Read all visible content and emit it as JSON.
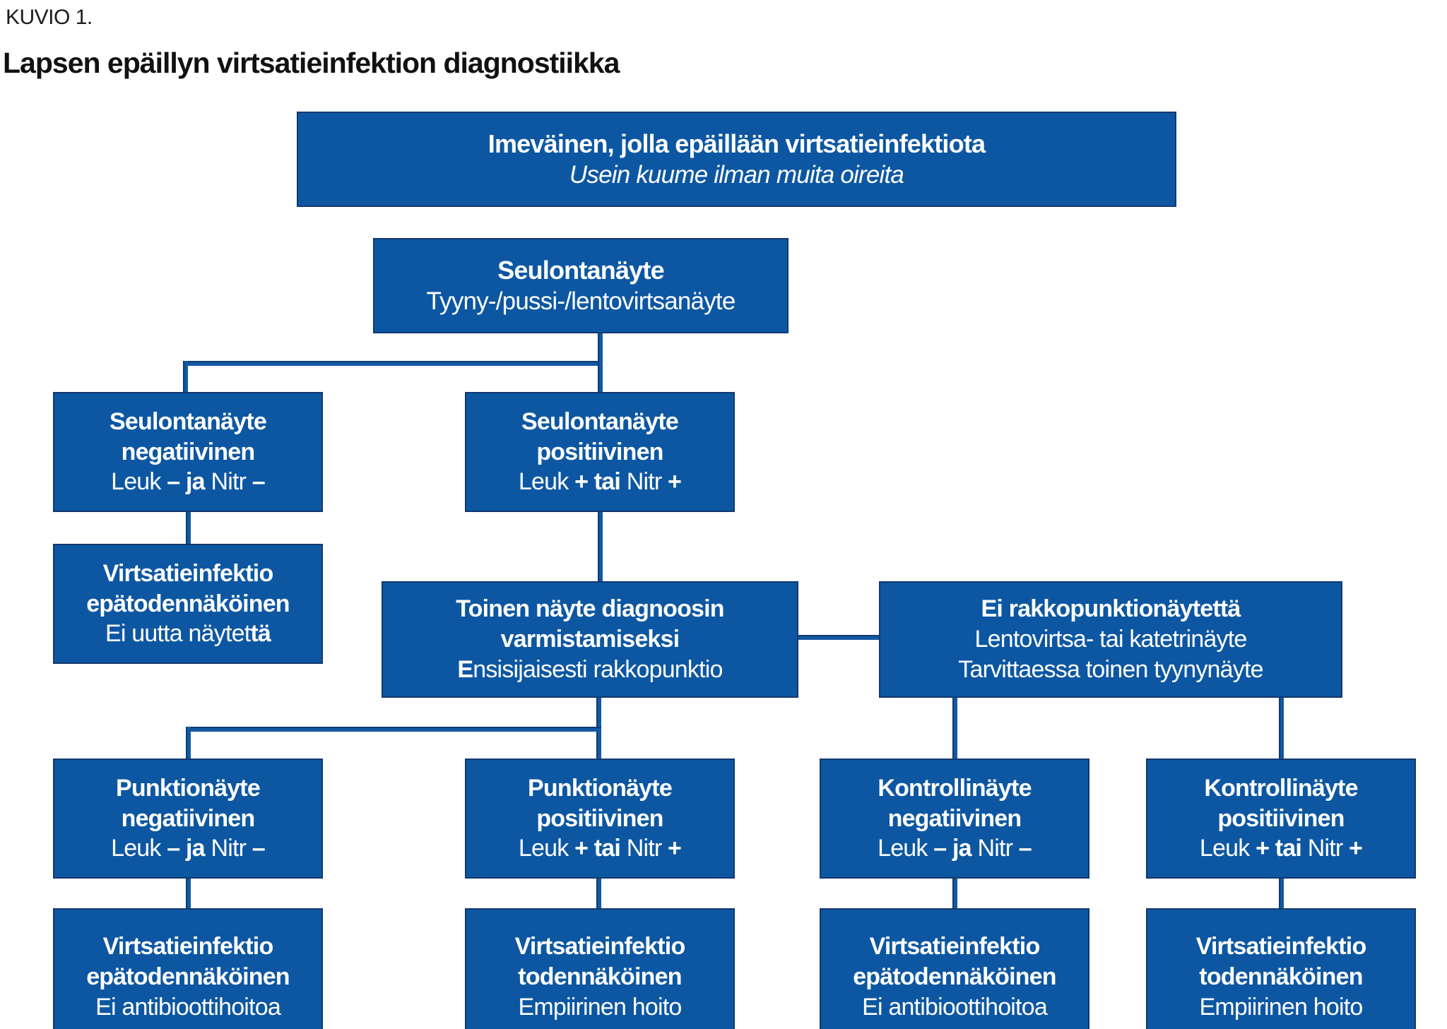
{
  "page": {
    "kicker": "KUVIO 1.",
    "title": "Lapsen epäillyn virtsatieinfektion diagnostiikka"
  },
  "colors": {
    "box_fill": "#0d57a2",
    "box_border": "#12386e",
    "connector": "#1359a3",
    "box_text": "#ffffff",
    "heading_text": "#1b1b1b"
  },
  "nodes": {
    "start": {
      "title": "Imeväinen, jolla epäillään virtsatieinfektiota",
      "subtitle": "Usein kuume ilman muita oireita"
    },
    "screening": {
      "title": "Seulontanäyte",
      "subtitle": "Tyyny-/pussi-/lentovirtsanäyte"
    },
    "screening_negative": {
      "title1": "Seulontanäyte",
      "title2": "negatiivinen"
    },
    "screening_positive": {
      "title1": "Seulontanäyte",
      "title2": "positiivinen"
    },
    "uti_unlikely_no_sample": {
      "title1": "Virtsatieinfektio",
      "title2": "epätodennäköinen",
      "sub_regular": "Ei uutta näytet",
      "sub_bold": "tä"
    },
    "second_sample": {
      "title1": "Toinen näyte diagnoosin",
      "title2": "varmistamiseksi",
      "sub_bold": "E",
      "sub_regular": "nsisijaisesti rakkopunktio"
    },
    "no_puncture_sample": {
      "title": "Ei rakkopunktionäytettä",
      "sub1": "Lentovirtsa- tai katetrinäyte",
      "sub2": "Tarvittaessa toinen tyynynäyte"
    },
    "puncture_negative": {
      "title1": "Punktionäyte",
      "title2": "negatiivinen"
    },
    "puncture_positive": {
      "title1": "Punktionäyte",
      "title2": "positiivinen"
    },
    "control_negative": {
      "title1": "Kontrollinäyte",
      "title2": "negatiivinen"
    },
    "control_positive": {
      "title1": "Kontrollinäyte",
      "title2": "positiivinen"
    },
    "uti_unlikely_no_antibiotics": {
      "title1": "Virtsatieinfektio",
      "title2": "epätodennäköinen",
      "sub": "Ei antibioottihoitoa"
    },
    "uti_likely_empiric": {
      "title1": "Virtsatieinfektio",
      "title2": "todennäköinen",
      "sub": "Empiirinen hoito"
    }
  },
  "results": {
    "negative": [
      "Leuk ",
      "– ja ",
      "Nitr ",
      "–"
    ],
    "positive": [
      "Leuk ",
      "+ tai ",
      "Nitr ",
      "+"
    ]
  }
}
